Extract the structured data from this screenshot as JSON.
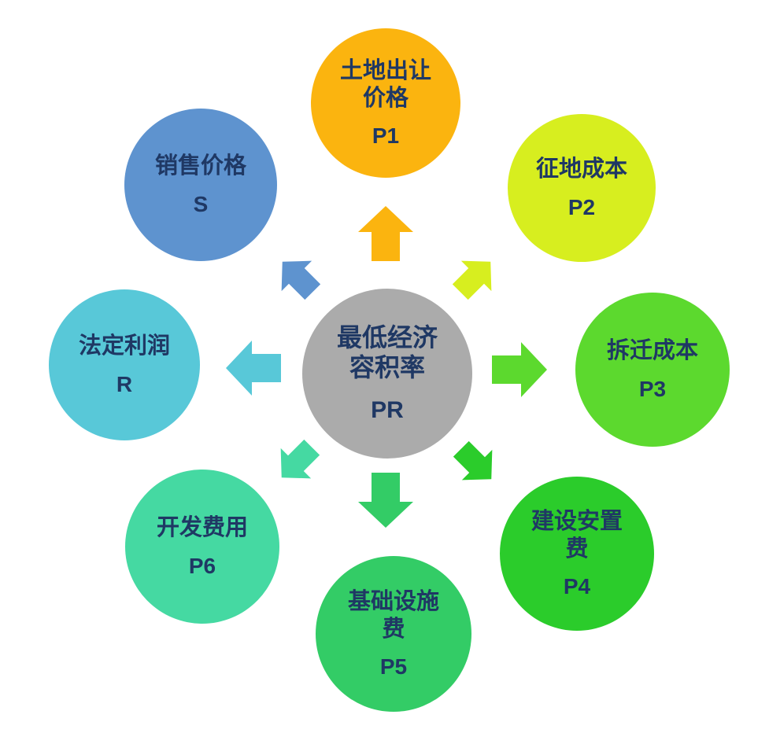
{
  "page": {
    "background_color": "#FFFFFF",
    "text_color": "#1F3864"
  },
  "diagram": {
    "type": "radial-hub-spoke",
    "center": {
      "label": "最低经济容积率",
      "symbol": "PR",
      "color": "#ABABAB"
    },
    "nodes": [
      {
        "label": "土地出让价格",
        "symbol": "P1",
        "color": "#FBB40F",
        "position": "top"
      },
      {
        "label": "征地成本",
        "symbol": "P2",
        "color": "#D7EE1F",
        "position": "top-right"
      },
      {
        "label": "拆迁成本",
        "symbol": "P3",
        "color": "#5CD92E",
        "position": "right"
      },
      {
        "label": "建设安置费",
        "symbol": "P4",
        "color": "#2BCC2B",
        "position": "bottom-right"
      },
      {
        "label": "基础设施费",
        "symbol": "P5",
        "color": "#33CC66",
        "position": "bottom"
      },
      {
        "label": "开发费用",
        "symbol": "P6",
        "color": "#45D9A2",
        "position": "bottom-left"
      },
      {
        "label": "法定利润",
        "symbol": "R",
        "color": "#58C8D8",
        "position": "left"
      },
      {
        "label": "销售价格",
        "symbol": "S",
        "color": "#5E93CF",
        "position": "top-left"
      }
    ]
  }
}
